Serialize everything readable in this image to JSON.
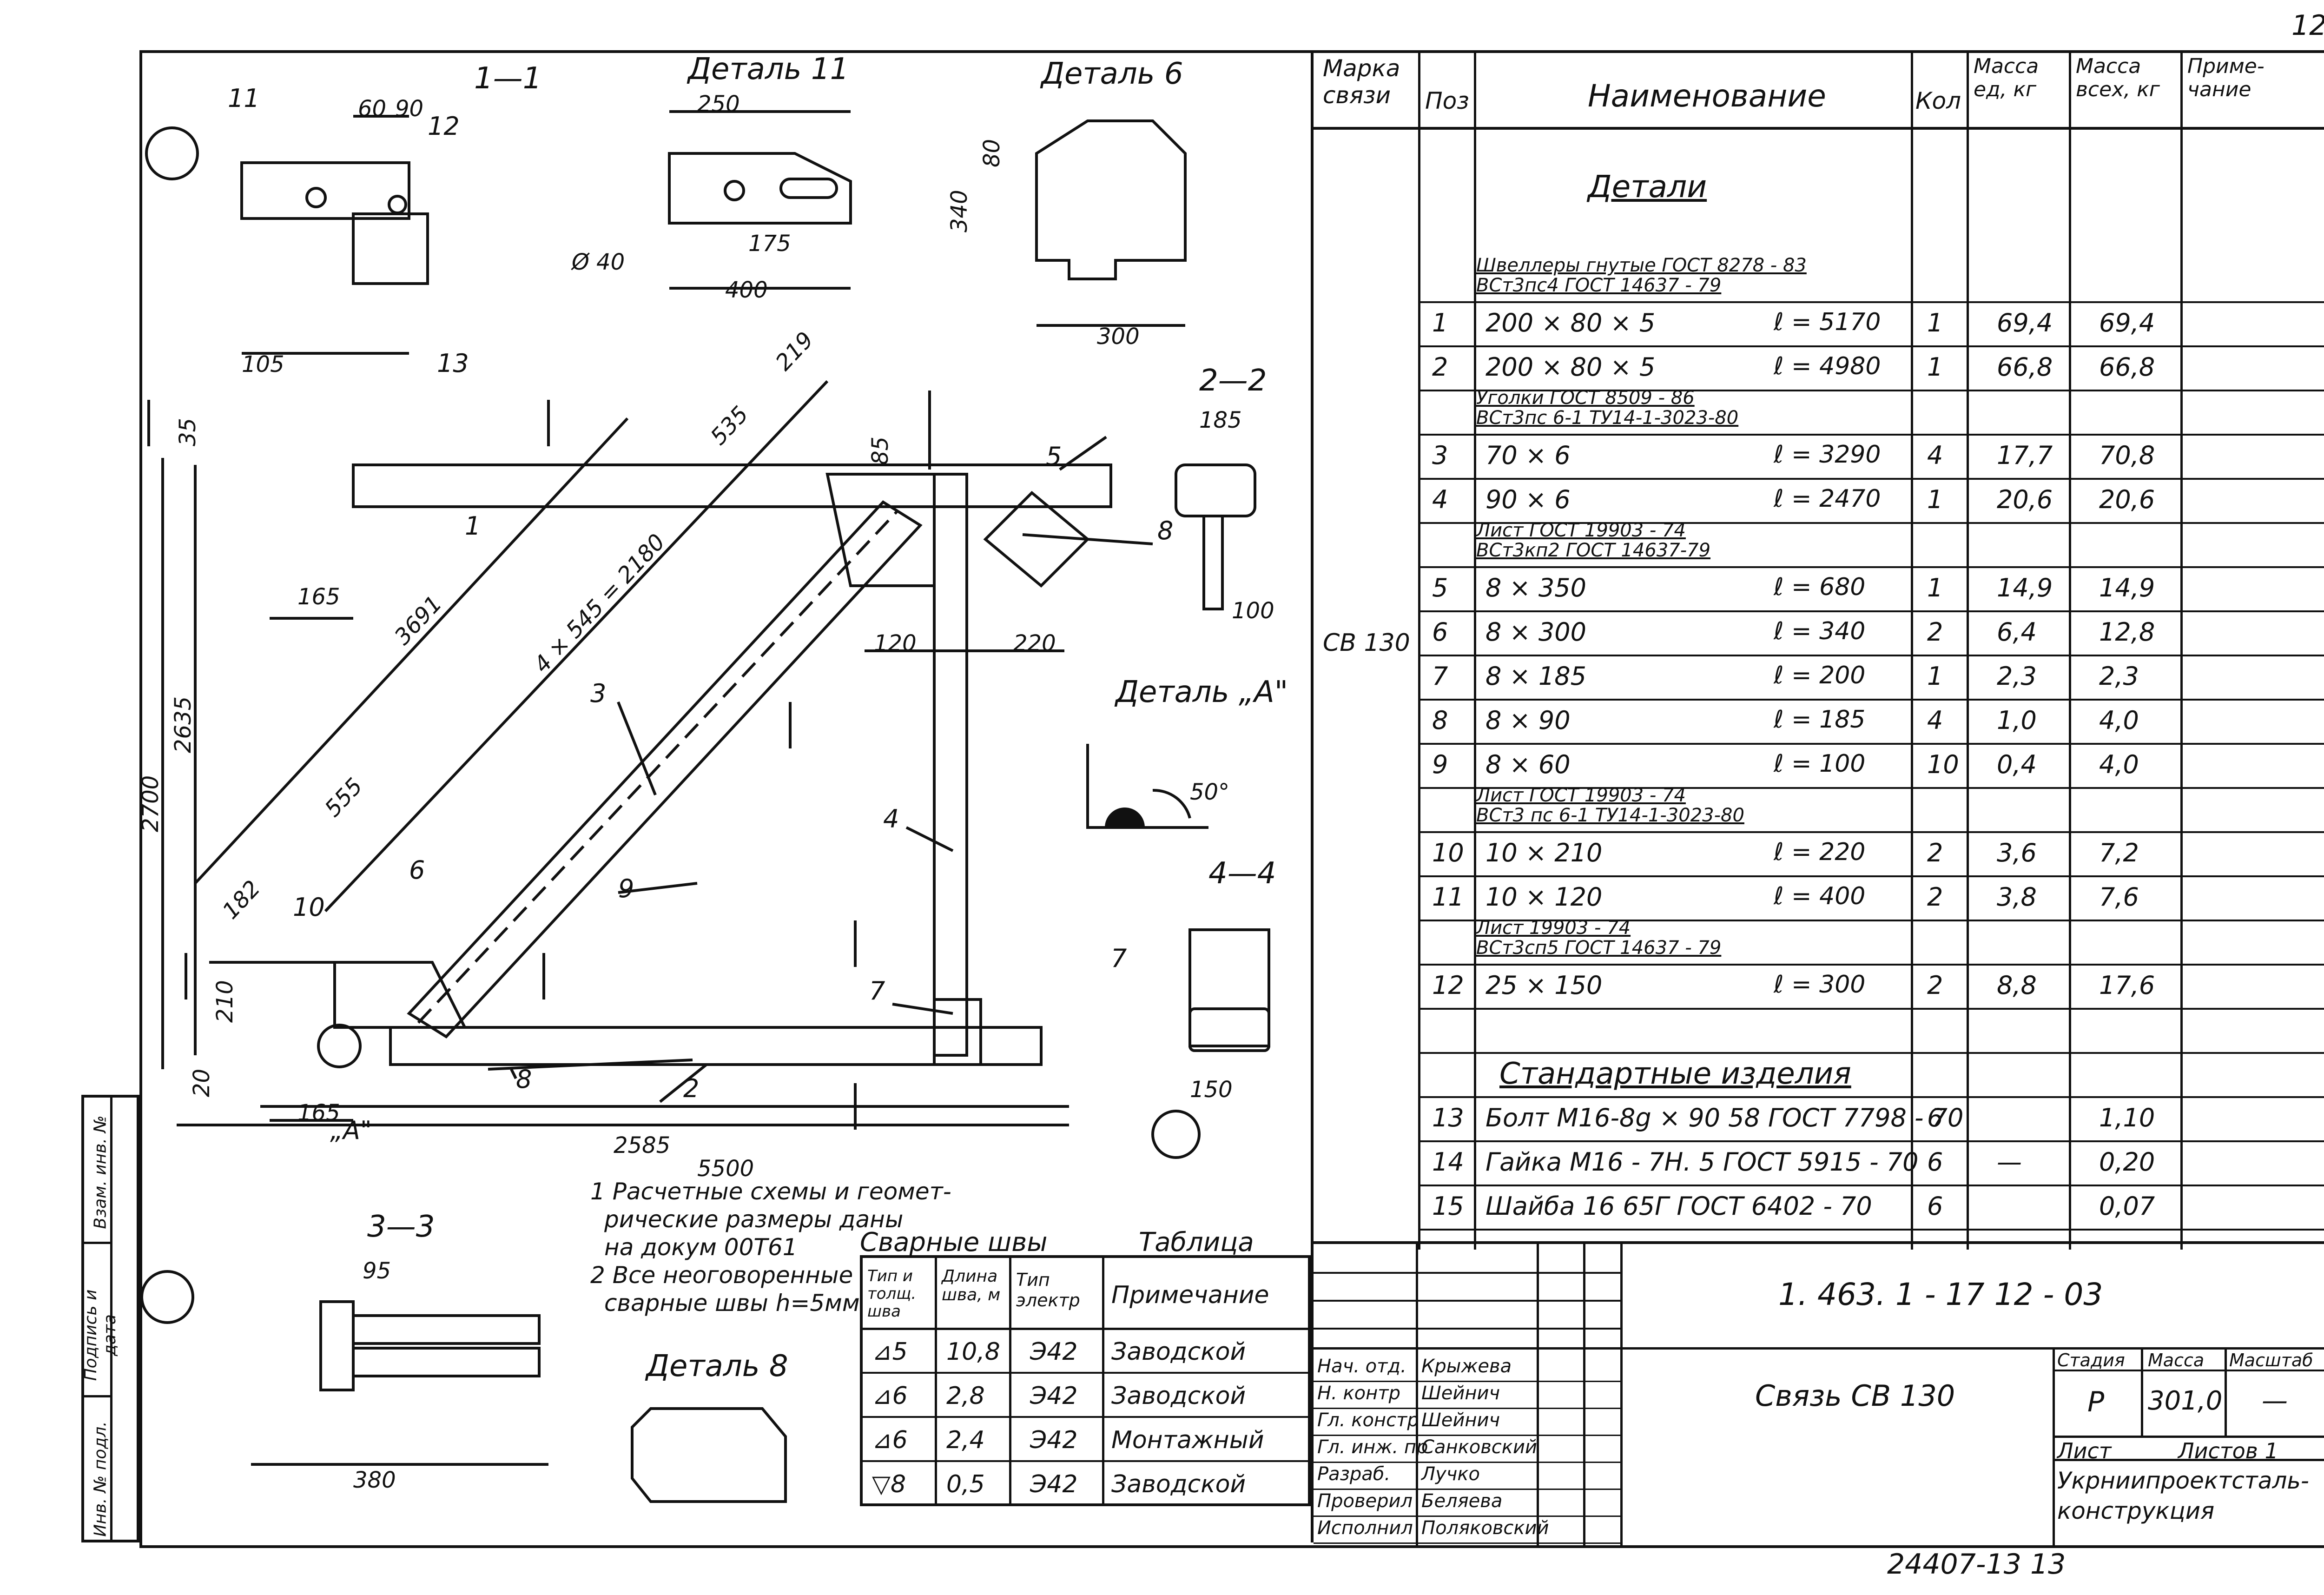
{
  "page_number": "12",
  "footer_code": "24407-13  13",
  "side_stamp": {
    "inv_orig": "Инв. № подл.",
    "sign_date": "Подпись и дата",
    "inv_repl": "Взам. инв. №"
  },
  "drawing": {
    "views": {
      "sec11": "1—1",
      "det11": "Деталь 11",
      "det6": "Деталь 6",
      "sec22": "2—2",
      "detA": "Деталь „A\"",
      "sec44": "4—4",
      "sec33": "3—3",
      "det8": "Деталь 8"
    },
    "dims": {
      "d5500": "5500",
      "d2585": "2585",
      "d2700": "2700",
      "d2635": "2635",
      "d3691": "3691",
      "d4x545": "4 × 545 = 2180",
      "d535": "535",
      "d555": "555",
      "d219": "219",
      "d182": "182",
      "d165a": "165",
      "d165b": "165",
      "d210": "210",
      "d20": "20",
      "d35": "35",
      "d85": "85",
      "d120": "120",
      "d220": "220",
      "d185": "185",
      "d100": "100",
      "d150": "150",
      "d380": "380",
      "d95": "95",
      "d400": "400",
      "d300": "300",
      "d250": "250",
      "d175": "175",
      "d60": "60",
      "d90": "90",
      "d80": "80",
      "d340": "340",
      "d40": "Ø 40",
      "d50": "50°",
      "d105": "105"
    },
    "pos_marks": [
      "1",
      "2",
      "3",
      "4",
      "5",
      "6",
      "7",
      "8",
      "9",
      "10",
      "11",
      "12",
      "13"
    ],
    "notes": {
      "n1a": "1 Расчетные схемы и геомет-",
      "n1b": "рические размеры даны",
      "n1c": "на докум 00Т61",
      "n2a": "2  Все неоговоренные",
      "n2b": "сварные швы h=5мм"
    }
  },
  "weld_table": {
    "title_left": "Сварные  швы",
    "title_right": "Таблица",
    "headers": [
      "Тип и толщ. шва",
      "Длина шва, м",
      "Тип электр",
      "Примечание"
    ],
    "rows": [
      [
        "⊿5",
        "10,8",
        "Э42",
        "Заводской"
      ],
      [
        "⊿6",
        "2,8",
        "Э42",
        "Заводской"
      ],
      [
        "⊿6",
        "2,4",
        "Э42",
        "Монтажный"
      ],
      [
        "▽8",
        "0,5",
        "Э42",
        "Заводской"
      ]
    ]
  },
  "spec": {
    "headers": [
      "Марка связи",
      "Поз",
      "Наименование",
      "Кол",
      "Масса ед, кг",
      "Масса всех, кг",
      "Приме-чание"
    ],
    "mark": "СВ 130",
    "group_details": "Детали",
    "group_std": "Стандартные изделия",
    "rows": [
      {
        "type": "sub",
        "name": "Швеллеры гнутые ГОСТ 8278 - 83",
        "name2": "ВСт3пс4     ГОСТ 14637 - 79"
      },
      {
        "type": "item",
        "pos": "1",
        "name": "200 × 80 × 5",
        "len": "ℓ = 5170",
        "qty": "1",
        "m1": "69,4",
        "m2": "69,4"
      },
      {
        "type": "item",
        "pos": "2",
        "name": "200 × 80 × 5",
        "len": "ℓ = 4980",
        "qty": "1",
        "m1": "66,8",
        "m2": "66,8"
      },
      {
        "type": "sub",
        "name": "Уголки   ГОСТ  8509 - 86",
        "name2": "ВСт3пс 6-1  ТУ14-1-3023-80"
      },
      {
        "type": "item",
        "pos": "3",
        "name": "70 × 6",
        "len": "ℓ = 3290",
        "qty": "4",
        "m1": "17,7",
        "m2": "70,8"
      },
      {
        "type": "item",
        "pos": "4",
        "name": "90 × 6",
        "len": "ℓ = 2470",
        "qty": "1",
        "m1": "20,6",
        "m2": "20,6"
      },
      {
        "type": "sub",
        "name": "Лист    ГОСТ 19903 - 74",
        "name2": "ВСт3кп2     ГОСТ 14637-79"
      },
      {
        "type": "item",
        "pos": "5",
        "name": "8 × 350",
        "len": "ℓ = 680",
        "qty": "1",
        "m1": "14,9",
        "m2": "14,9"
      },
      {
        "type": "item",
        "pos": "6",
        "name": "8 × 300",
        "len": "ℓ = 340",
        "qty": "2",
        "m1": "6,4",
        "m2": "12,8"
      },
      {
        "type": "item",
        "pos": "7",
        "name": "8 × 185",
        "len": "ℓ = 200",
        "qty": "1",
        "m1": "2,3",
        "m2": "2,3"
      },
      {
        "type": "item",
        "pos": "8",
        "name": "8 × 90",
        "len": "ℓ = 185",
        "qty": "4",
        "m1": "1,0",
        "m2": "4,0"
      },
      {
        "type": "item",
        "pos": "9",
        "name": "8 × 60",
        "len": "ℓ = 100",
        "qty": "10",
        "m1": "0,4",
        "m2": "4,0"
      },
      {
        "type": "sub",
        "name": "Лист     ГОСТ 19903 - 74",
        "name2": "ВСт3 пс 6-1  ТУ14-1-3023-80"
      },
      {
        "type": "item",
        "pos": "10",
        "name": "10 × 210",
        "len": "ℓ = 220",
        "qty": "2",
        "m1": "3,6",
        "m2": "7,2"
      },
      {
        "type": "item",
        "pos": "11",
        "name": "10 × 120",
        "len": "ℓ = 400",
        "qty": "2",
        "m1": "3,8",
        "m2": "7,6"
      },
      {
        "type": "sub",
        "name": "Лист       19903 - 74",
        "name2": "ВСт3сп5   ГОСТ 14637 - 79"
      },
      {
        "type": "item",
        "pos": "12",
        "name": "25 × 150",
        "len": "ℓ = 300",
        "qty": "2",
        "m1": "8,8",
        "m2": "17,6"
      },
      {
        "type": "blank"
      },
      {
        "type": "group",
        "name": "Стандартные  изделия"
      },
      {
        "type": "item",
        "pos": "13",
        "name": "Болт М16-8g × 90 58 ГОСТ 7798 - 70",
        "len": "",
        "qty": "6",
        "m1": "",
        "m2": "1,10"
      },
      {
        "type": "item",
        "pos": "14",
        "name": "Гайка М16 - 7Н. 5  ГОСТ 5915 - 70",
        "len": "",
        "qty": "6",
        "m1": "—",
        "m2": "0,20"
      },
      {
        "type": "item",
        "pos": "15",
        "name": "Шайба 16 65Г  ГОСТ 6402 - 70",
        "len": "",
        "qty": "6",
        "m1": "",
        "m2": "0,07"
      }
    ]
  },
  "title_block": {
    "doc_code": "1. 463. 1 - 17 12 - 03",
    "name": "Связь СВ 130",
    "stage_label": "Стадия",
    "mass_label": "Масса",
    "scale_label": "Масштаб",
    "stage": "Р",
    "mass": "301,0",
    "scale": "—",
    "sheet_label": "Лист",
    "sheets_label": "Листов 1",
    "org": "Укрниипроектсталь-",
    "org2": "конструкция",
    "signers": [
      {
        "role": "Нач. отд.",
        "name": "Крыжева"
      },
      {
        "role": "Н. контр",
        "name": "Шейнич"
      },
      {
        "role": "Гл. констр",
        "name": "Шейнич"
      },
      {
        "role": "Гл. инж. пр",
        "name": "Санковский"
      },
      {
        "role": "Разраб.",
        "name": "Лучко"
      },
      {
        "role": "Проверил",
        "name": "Беляева"
      },
      {
        "role": "Исполнил",
        "name": "Поляковский"
      }
    ]
  }
}
